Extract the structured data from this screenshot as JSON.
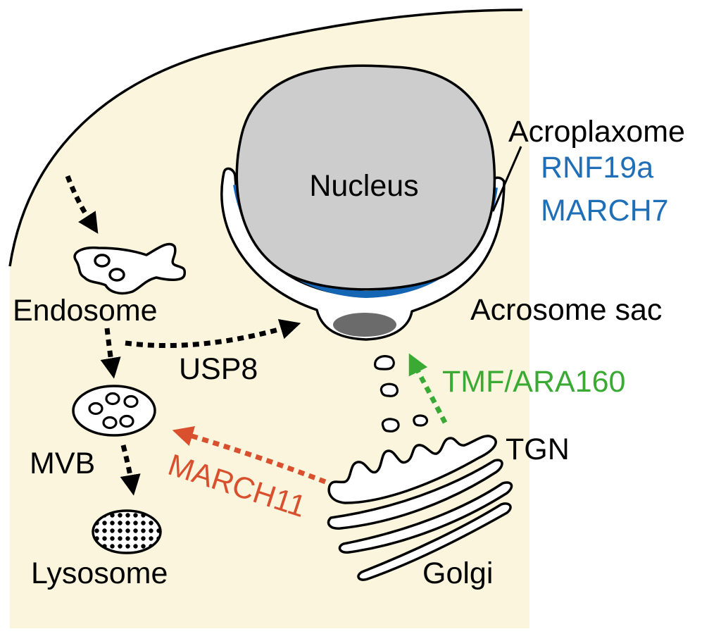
{
  "labels": {
    "nucleus": "Nucleus",
    "acroplaxome": "Acroplaxome",
    "rnf19a": "RNF19a",
    "march7": "MARCH7",
    "endosome": "Endosome",
    "acrosome_sac": "Acrosome sac",
    "usp8": "USP8",
    "tmf_ara160": "TMF/ARA160",
    "mvb": "MVB",
    "tgn": "TGN",
    "march11": "MARCH11",
    "lysosome": "Lysosome",
    "golgi": "Golgi"
  },
  "colors": {
    "cytoplasm": "#FAF5DC",
    "nucleus": "#CDCDCD",
    "acroplaxome": "#1565B5",
    "acrosome_core": "#6B6B6B",
    "black_pathway": "#000000",
    "usp8_blue_text": "#1F6FB8",
    "tmf_green": "#3AAA35",
    "march11_red": "#D9502F"
  }
}
